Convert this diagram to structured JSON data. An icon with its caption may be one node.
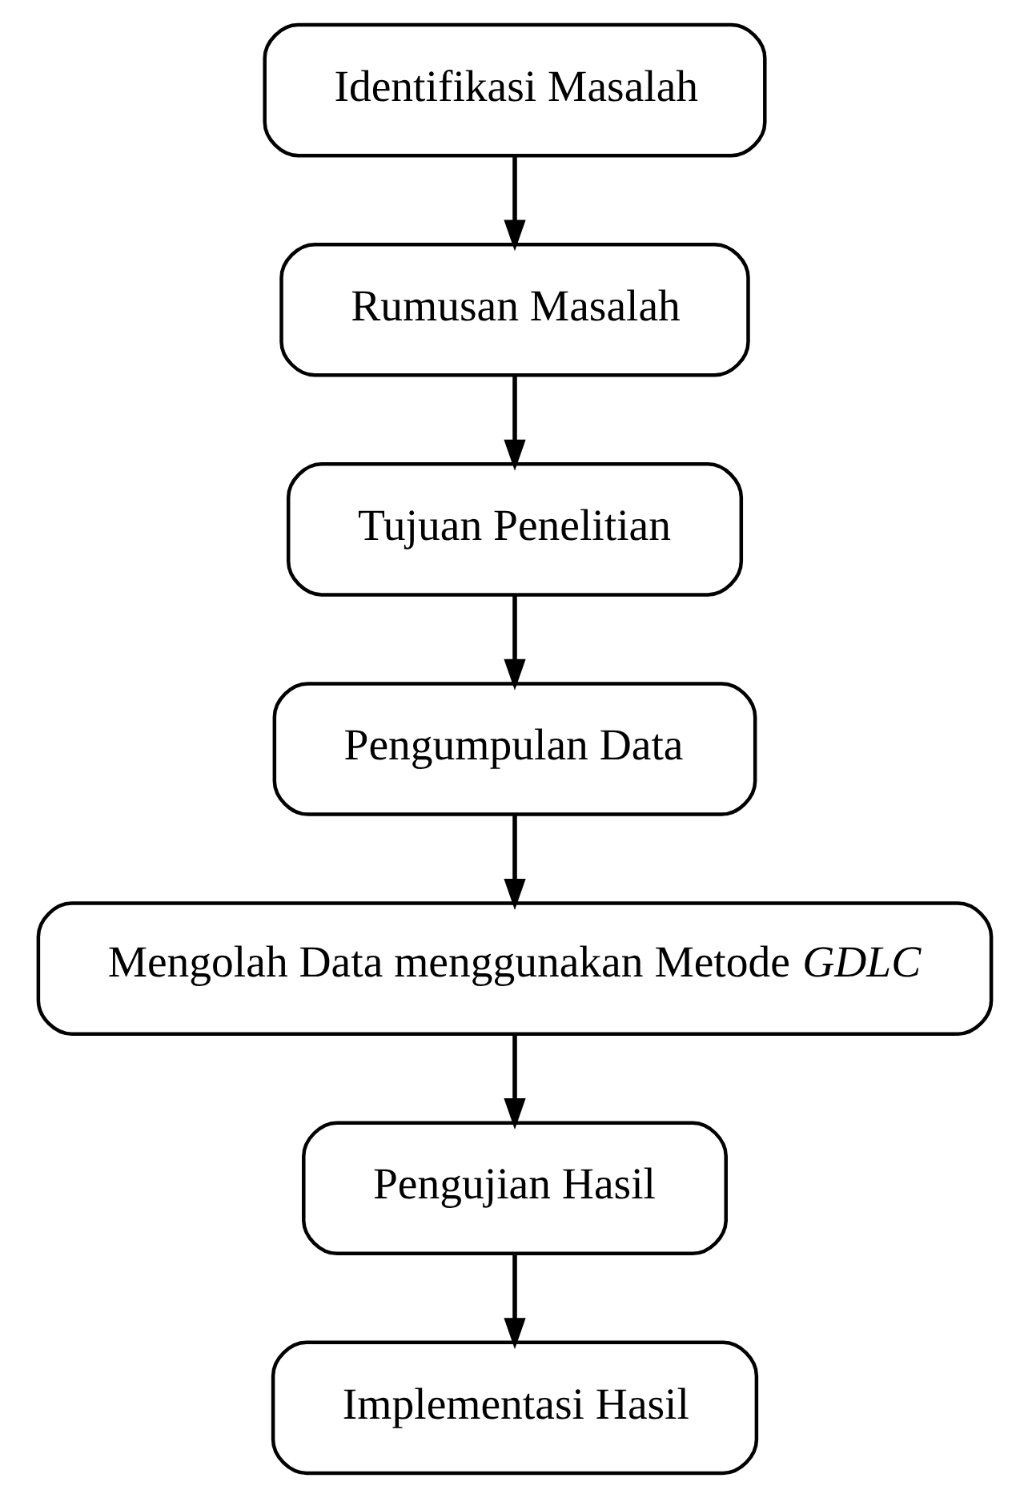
{
  "diagram": {
    "nodes": [
      {
        "text": [
          "Identifikasi Masalah"
        ]
      },
      {
        "text": [
          "Rumusan Masalah"
        ]
      },
      {
        "text": [
          "Tujuan Penelitian"
        ]
      },
      {
        "text": [
          "Pengumpulan Data"
        ]
      },
      {
        "text": [
          "Mengolah Data menggunakan Metode *GDLC*"
        ]
      },
      {
        "text": [
          "Pengujian Hasil"
        ]
      },
      {
        "text": [
          "Implementasi Hasil"
        ]
      }
    ],
    "edges": [
      {
        "from": 0,
        "to": 1,
        "arrow": "to"
      },
      {
        "from": 1,
        "to": 2,
        "arrow": "to"
      },
      {
        "from": 2,
        "to": 3,
        "arrow": "to"
      },
      {
        "from": 3,
        "to": 4,
        "arrow": "to"
      },
      {
        "from": 4,
        "to": 5,
        "arrow": "to"
      },
      {
        "from": 5,
        "to": 6,
        "arrow": "to"
      }
    ]
  }
}
